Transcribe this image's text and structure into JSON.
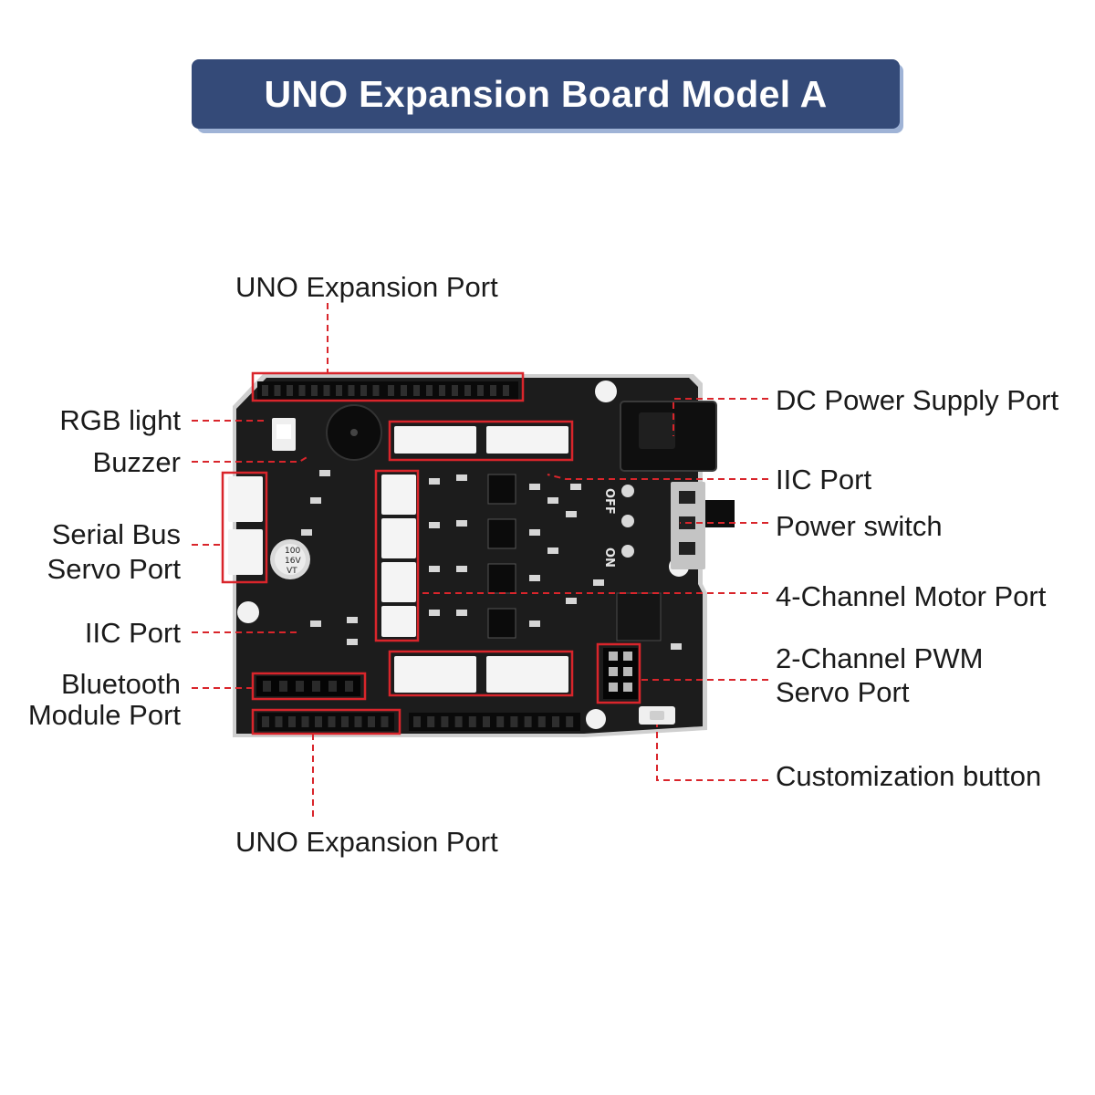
{
  "title": "UNO Expansion Board Model A",
  "colors": {
    "title_bg": "#344a78",
    "callout_line": "#d9252b",
    "board": "#1c1c1c",
    "board_frame": "#c8c8c8"
  },
  "labels": {
    "uno_port_top": "UNO Expansion Port",
    "rgb_light": "RGB light",
    "buzzer": "Buzzer",
    "serial_bus_1": "Serial Bus",
    "serial_bus_2": "Servo Port",
    "iic_left": "IIC Port",
    "bluetooth_1": "Bluetooth",
    "bluetooth_2": "Module Port",
    "uno_port_bottom": "UNO Expansion Port",
    "dc_power": "DC Power Supply Port",
    "iic_right": "IIC Port",
    "power_switch": "Power switch",
    "motor_port": "4-Channel Motor Port",
    "pwm_1": "2-Channel PWM",
    "pwm_2": "Servo Port",
    "custom_button": "Customization button"
  },
  "board_text": {
    "switch_off": "OFF",
    "switch_on": "ON",
    "cap_1": "100",
    "cap_2": "16V",
    "cap_3": "VT"
  }
}
